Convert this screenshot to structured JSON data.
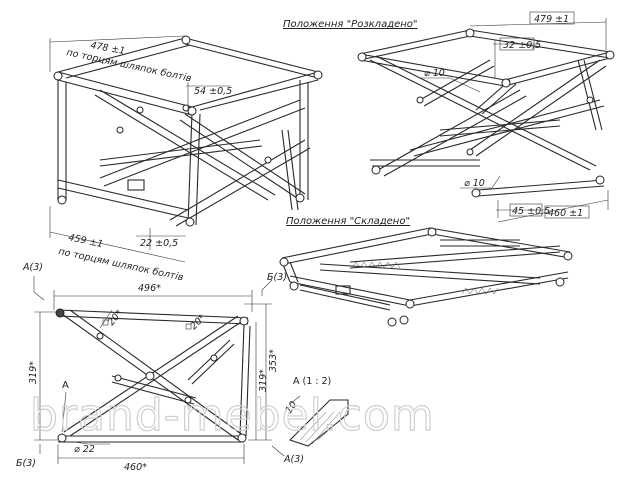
{
  "captions": {
    "unfolded": "Положення \"Розкладено\"",
    "folded": "Положення \"Складено\""
  },
  "iso_unfolded_left": {
    "dim_top": "478 ±1",
    "dim_top_note": "по торцям шляпок болтів",
    "dim_54": "54 ±0,5",
    "dim_bottom": "459 ±1",
    "dim_bottom_note": "по торцям шляпок болтів",
    "dim_22": "22 ±0,5"
  },
  "iso_unfolded_right": {
    "dim_479": "479 ±1",
    "dim_32": "32 ±0,5",
    "dia_10_top": "⌀ 10",
    "dia_10_bottom": "⌀ 10",
    "dim_45": "45 ±0,5",
    "dim_460": "460 ±1"
  },
  "front_view": {
    "section_a_top": "А(3)",
    "dim_496": "496*",
    "angle_20_left": "20*",
    "angle_20_right": "20*",
    "dim_319_left": "319*",
    "dim_319_right": "319*",
    "dim_353": "353*",
    "label_a": "А",
    "dia_22": "⌀ 22",
    "dim_460": "460*",
    "section_b_bottom": "Б(3)",
    "section_a_bottom": "А(3)"
  },
  "folded_view": {
    "section_b": "Б(3)"
  },
  "detail": {
    "title": "А (1 : 2)",
    "dim_10": "10"
  },
  "watermark": "brand-mebel.com"
}
